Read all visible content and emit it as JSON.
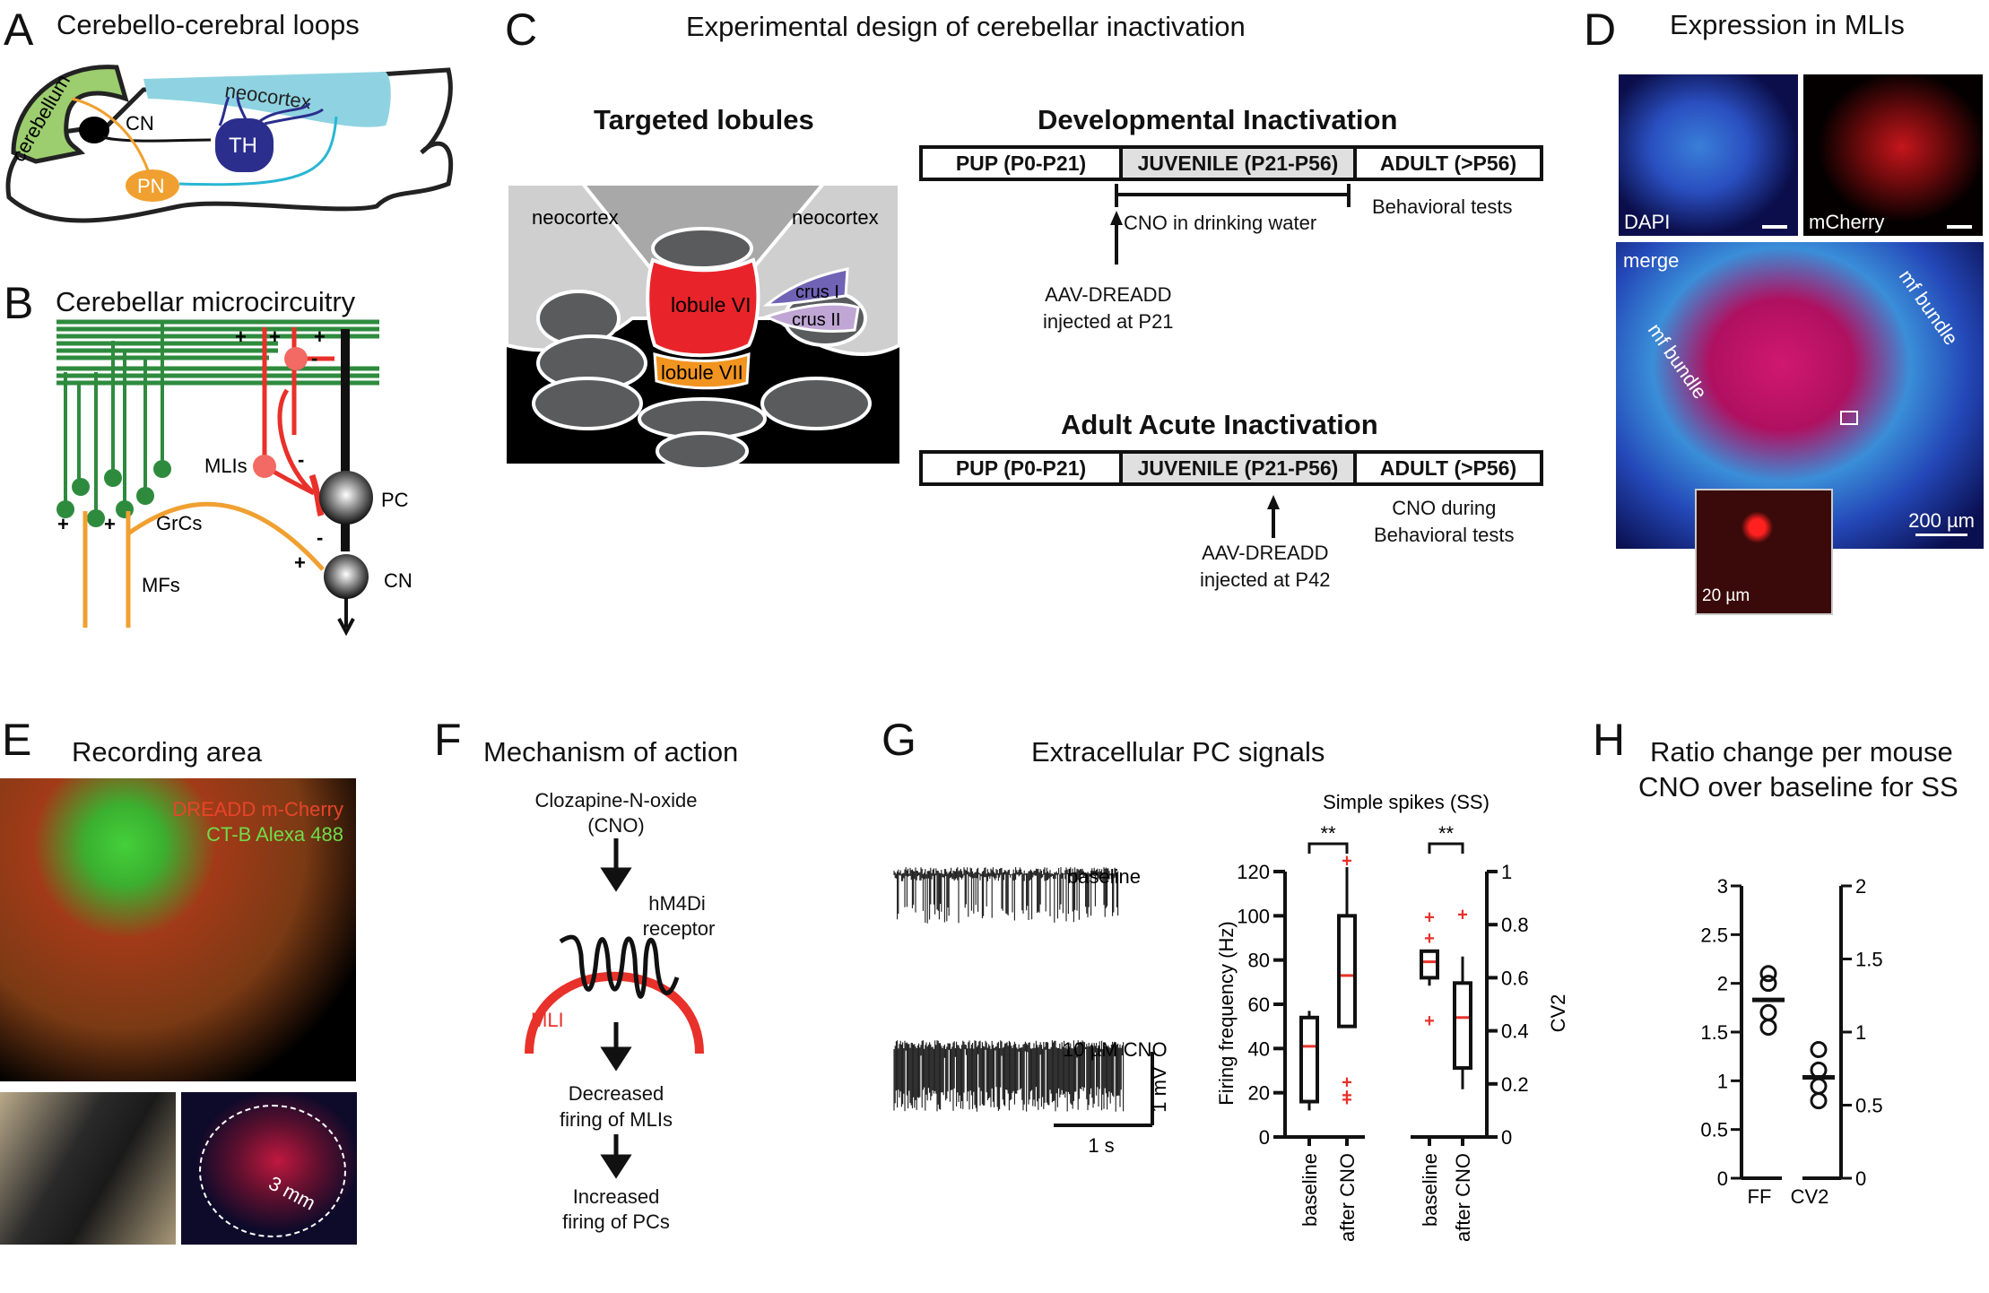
{
  "panels": {
    "A": {
      "letter": "A",
      "title": "Cerebello-cerebral loops",
      "labels": {
        "cerebellum": "cerebellum",
        "neocortex": "neocortex",
        "cn": "CN",
        "th": "TH",
        "pn": "PN"
      }
    },
    "B": {
      "letter": "B",
      "title": "Cerebellar microcircuitry",
      "labels": {
        "mlis": "MLIs",
        "pc": "PC",
        "grcs": "GrCs",
        "mfs": "MFs",
        "cn": "CN",
        "plus": "+",
        "minus": "-"
      }
    },
    "C": {
      "letter": "C",
      "title": "Experimental design of cerebellar inactivation",
      "lobules": {
        "title": "Targeted lobules",
        "neocortex_left": "neocortex",
        "neocortex_right": "neocortex",
        "lobule6": "lobule VI",
        "lobule7": "lobule VII",
        "crus1": "crus I",
        "crus2": "crus II"
      },
      "developmental": {
        "title": "Developmental Inactivation",
        "stages": [
          "PUP (P0-P21)",
          "JUVENILE  (P21-P56)",
          "ADULT (>P56)"
        ],
        "cno_note": "CNO in drinking water",
        "behavior_note": "Behavioral tests",
        "injection_line1": "AAV-DREADD",
        "injection_line2": "injected at P21"
      },
      "acute": {
        "title": "Adult Acute Inactivation",
        "stages": [
          "PUP (P0-P21)",
          "JUVENILE  (P21-P56)",
          "ADULT (>P56)"
        ],
        "cno_line1": "CNO during",
        "cno_line2": "Behavioral tests",
        "injection_line1": "AAV-DREADD",
        "injection_line2": "injected at P42"
      }
    },
    "D": {
      "letter": "D",
      "title": "Expression in MLIs",
      "labels": {
        "dapi": "DAPI",
        "mcherry": "mCherry",
        "merge": "merge",
        "mf1": "mf bundle",
        "mf2": "mf bundle",
        "scale_big": "200 µm",
        "scale_small": "20 µm"
      }
    },
    "E": {
      "letter": "E",
      "title": "Recording area",
      "labels": {
        "dreadd": "DREADD m-Cherry",
        "ctb": "CT-B Alexa 488",
        "window": "3 mm"
      }
    },
    "F": {
      "letter": "F",
      "title": "Mechanism of action",
      "steps": {
        "cno1": "Clozapine-N-oxide",
        "cno2": "(CNO)",
        "rec1": "hM4Di",
        "rec2": "receptor",
        "mli": "MLI",
        "dec1": "Decreased",
        "dec2": "firing of MLIs",
        "inc1": "Increased",
        "inc2": "firing of PCs"
      }
    },
    "G": {
      "letter": "G",
      "title": "Extracellular PC signals",
      "traces": {
        "baseline": "baseline",
        "cno": "10 µM CNO",
        "scale_v": "1 mV",
        "scale_t": "1 s"
      }
    },
    "H": {
      "letter": "H",
      "title_line1": "Ratio change per mouse",
      "title_line2": "CNO over baseline for SS"
    }
  },
  "colors": {
    "green": "#2e8b3e",
    "red": "#e8312a",
    "orange": "#f0a030",
    "navy": "#2b2e8c",
    "cyan": "#8fd3e2",
    "lightgreen": "#9ccd6e"
  },
  "chart_data": [
    {
      "type": "box",
      "title": "Simple spikes (SS)",
      "ylabel": "Firing frequency (Hz)",
      "ylim": [
        0,
        120
      ],
      "yticks": [
        0,
        20,
        40,
        60,
        80,
        100,
        120
      ],
      "categories": [
        "baseline",
        "after CNO"
      ],
      "significance": "**",
      "boxes": [
        {
          "name": "baseline",
          "q1": 16,
          "median": 41,
          "q3": 54,
          "whisker_low": 12,
          "whisker_high": 57,
          "outliers": []
        },
        {
          "name": "after CNO",
          "q1": 50,
          "median": 73,
          "q3": 100,
          "whisker_low": 50,
          "whisker_high": 122,
          "outliers": [
            125,
            25,
            19,
            17
          ]
        }
      ]
    },
    {
      "type": "box",
      "title": "Simple spikes (SS)",
      "ylabel": "CV2",
      "ylim": [
        0,
        1
      ],
      "yticks": [
        0,
        0.2,
        0.4,
        0.6,
        0.8,
        1
      ],
      "ytick_labels": [
        "0",
        "0.2",
        "0.4",
        "0.6",
        "0.8",
        "1"
      ],
      "categories": [
        "baseline",
        "after CNO"
      ],
      "significance": "**",
      "boxes": [
        {
          "name": "baseline",
          "q1": 0.6,
          "median": 0.66,
          "q3": 0.7,
          "whisker_low": 0.57,
          "whisker_high": 0.7,
          "outliers": [
            0.83,
            0.75,
            0.44
          ]
        },
        {
          "name": "after CNO",
          "q1": 0.26,
          "median": 0.45,
          "q3": 0.58,
          "whisker_low": 0.18,
          "whisker_high": 0.68,
          "outliers": [
            0.84
          ]
        }
      ]
    },
    {
      "type": "scatter",
      "title": "Ratio change per mouse CNO over baseline for SS",
      "categories": [
        "FF",
        "CV2"
      ],
      "left_axis": {
        "ylim": [
          0,
          3
        ],
        "yticks": [
          0,
          0.5,
          1,
          1.5,
          2,
          2.5,
          3
        ],
        "ytick_labels": [
          "0",
          "0.5",
          "1",
          "1.5",
          "2",
          "2.5",
          "3"
        ]
      },
      "right_axis": {
        "ylim": [
          0,
          2
        ],
        "yticks": [
          0,
          0.5,
          1,
          1.5,
          2
        ],
        "ytick_labels": [
          "0",
          "0.5",
          "1",
          "1.5",
          "2"
        ]
      },
      "series": [
        {
          "name": "FF",
          "axis": "left",
          "values": [
            2.1,
            2.0,
            1.7,
            1.55
          ],
          "mean": 1.83
        },
        {
          "name": "CV2",
          "axis": "right",
          "values": [
            0.88,
            0.74,
            0.63,
            0.53
          ],
          "mean": 0.69
        }
      ]
    }
  ]
}
